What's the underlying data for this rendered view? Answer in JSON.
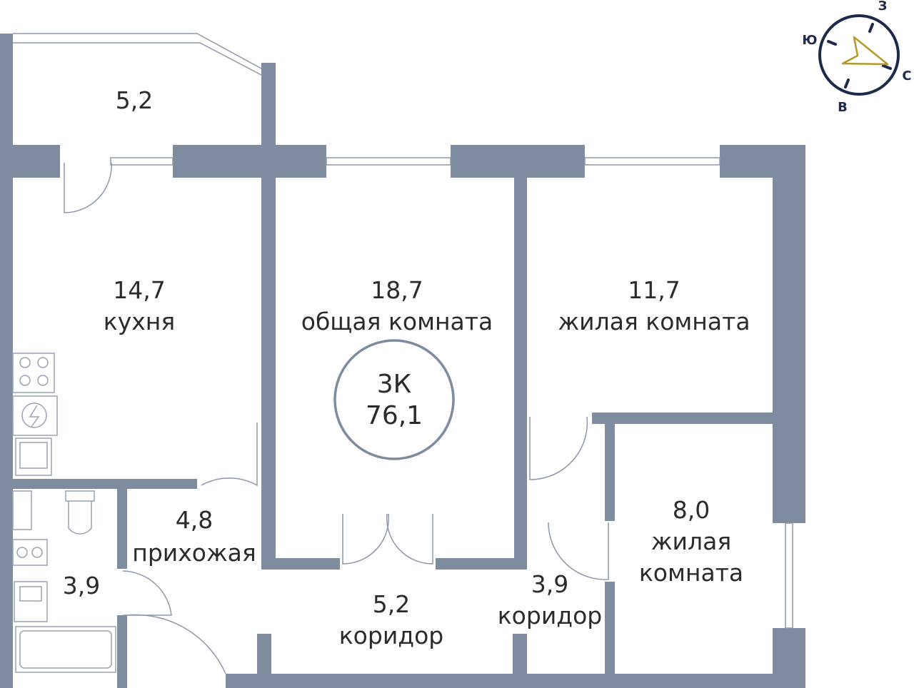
{
  "rooms": {
    "balcony": {
      "area": "5,2"
    },
    "kitchen": {
      "area": "14,7",
      "name": "кухня"
    },
    "common_room": {
      "area": "18,7",
      "name": "общая комната"
    },
    "living_room_1": {
      "area": "11,7",
      "name": "жилая комната"
    },
    "hallway": {
      "area": "4,8",
      "name": "прихожая"
    },
    "bathroom": {
      "area": "3,9"
    },
    "corridor_1": {
      "area": "5,2",
      "name": "коридор"
    },
    "corridor_2": {
      "area": "3,9",
      "name": "коридор"
    },
    "living_room_2": {
      "area": "8,0",
      "name_line1": "жилая",
      "name_line2": "комната"
    }
  },
  "badge": {
    "rooms": "3К",
    "total_area": "76,1"
  },
  "compass": {
    "north": "З",
    "east": "С",
    "south": "В",
    "west": "Ю",
    "needle_color": "#b39a2a",
    "ring_color": "#1e2a4a"
  },
  "colors": {
    "wall": "#7f8b9e",
    "badge_ring": "#7f8b9e"
  }
}
